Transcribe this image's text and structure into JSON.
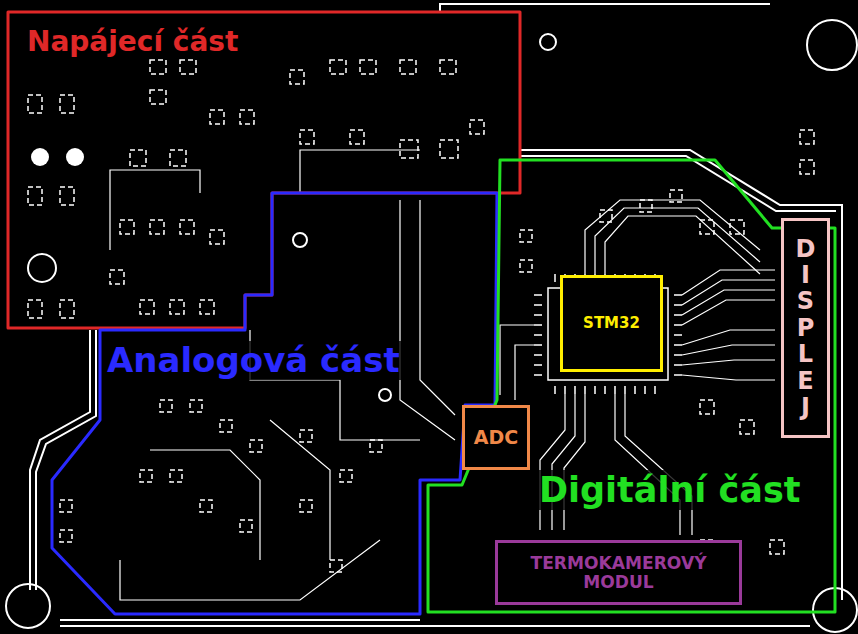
{
  "diagram": {
    "nodes": [
      {
        "text": [
          "Napájecí část"
        ]
      },
      {
        "text": [
          "Analogová část"
        ]
      },
      {
        "text": [
          "Digitální část"
        ]
      },
      {
        "text": [
          "STM32"
        ],
        "in": 2
      },
      {
        "text": [
          "DISPLEJ"
        ],
        "in": 2
      },
      {
        "text": [
          "ADC"
        ]
      },
      {
        "text": [
          "TERMOKAMEROVÝ MODUL"
        ],
        "in": 2
      }
    ]
  }
}
